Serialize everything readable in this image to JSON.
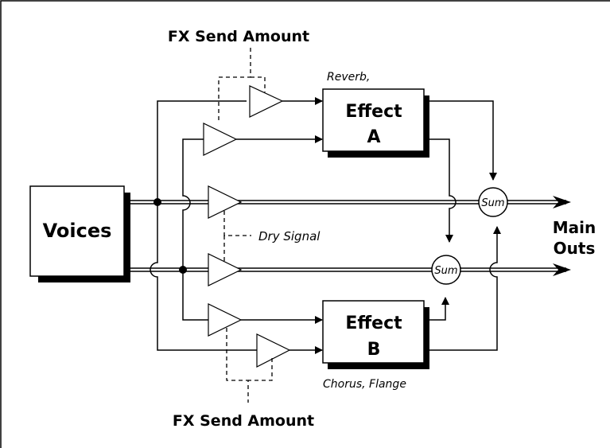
{
  "labels": {
    "fx_send_top": "FX Send Amount",
    "fx_send_bottom": "FX Send Amount",
    "effect_a_type": "Reverb,",
    "effect_b_type": "Chorus, Flange",
    "dry_signal": "Dry Signal",
    "main_outs_line1": "Main",
    "main_outs_line2": "Outs"
  },
  "blocks": {
    "voices": "Voices",
    "effect_a_line1": "Effect",
    "effect_a_line2": "A",
    "effect_b_line1": "Effect",
    "effect_b_line2": "B"
  },
  "summers": {
    "upper": "Sum",
    "lower": "Sum"
  },
  "colors": {
    "line": "#000000",
    "background": "#ffffff",
    "shadow": "#000000"
  }
}
